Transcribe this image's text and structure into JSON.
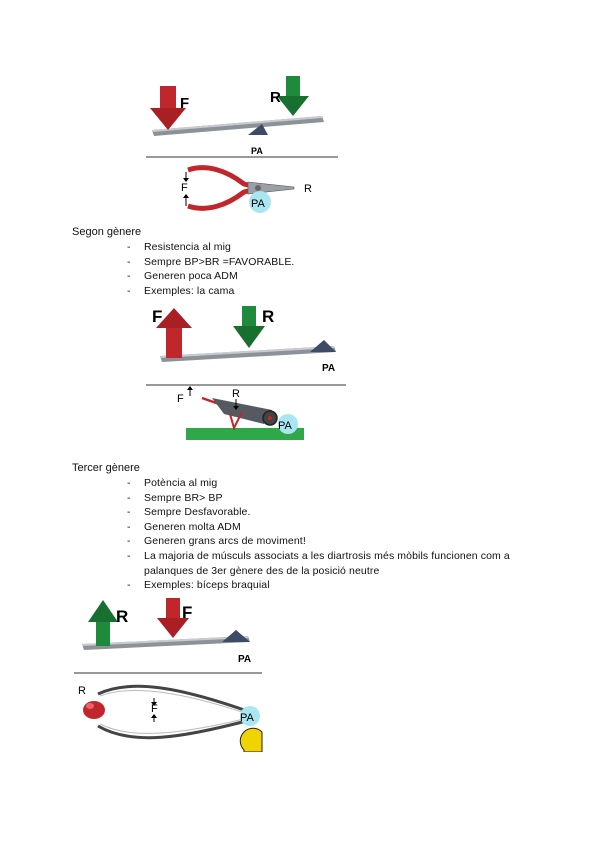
{
  "figure1": {
    "lever": {
      "label_f": "F",
      "label_r": "R",
      "label_pa": "PA"
    },
    "example": {
      "label_f": "F",
      "label_r": "R",
      "label_pa": "PA"
    }
  },
  "segon": {
    "title": "Segon gènere",
    "items": [
      "Resistencia al mig",
      "Sempre BP>BR =FAVORABLE.",
      "Generen poca ADM",
      "Exemples: la cama"
    ],
    "lever": {
      "label_f": "F",
      "label_r": "R",
      "label_pa": "PA"
    },
    "example": {
      "label_f": "F",
      "label_r": "R",
      "label_pa": "PA"
    }
  },
  "tercer": {
    "title": "Tercer gènere",
    "items": [
      "Potència al mig",
      "Sempre BR> BP",
      "Sempre Desfavorable.",
      "Generen molta ADM",
      "Generen grans arcs de moviment!",
      "La majoria de músculs associats a les diartrosis més mòbils funcionen com a palanques de 3er gènere des de la posició neutre",
      "Exemples: bíceps braquial"
    ],
    "lever": {
      "label_f": "F",
      "label_r": "R",
      "label_pa": "PA"
    },
    "example": {
      "label_f": "F",
      "label_r": "R",
      "label_pa": "PA"
    }
  },
  "colors": {
    "force_red": "#c0272d",
    "resistance_green": "#1e8a3c",
    "beam": "#8d9299",
    "fulcrum": "#3c4b66",
    "pa_circle": "#a9e6f2",
    "grass": "#2fa84a"
  }
}
